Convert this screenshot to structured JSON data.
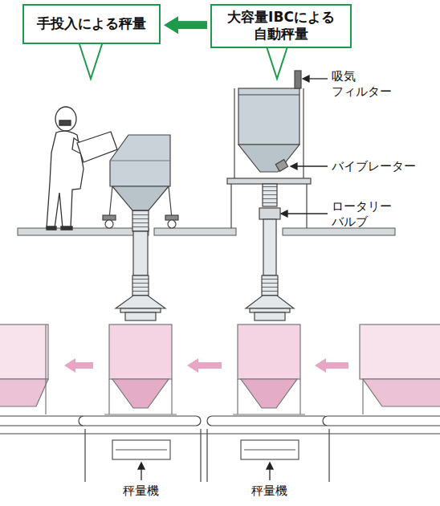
{
  "diagram": {
    "nodes": [
      {
        "text": [
          "手投入による秤量"
        ]
      },
      {
        "text": [
          "大容量IBCによる 自動秤量"
        ]
      }
    ],
    "edges": [
      {
        "from": 1,
        "to": 0,
        "arrow": "to"
      }
    ],
    "labels": [
      "吸気 フィルター",
      "バイブレーター",
      "ロータリー バルブ",
      "秤量機",
      "秤量機"
    ]
  }
}
